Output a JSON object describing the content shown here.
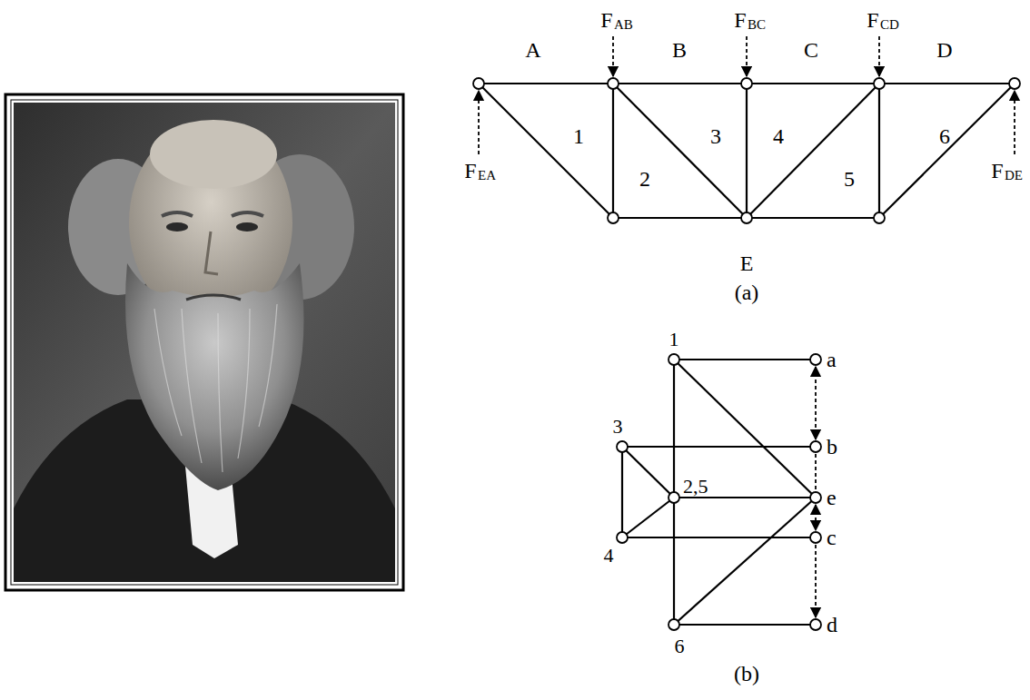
{
  "diagram": {
    "labels": [
      "A",
      "B",
      "C",
      "D",
      "F",
      "AB",
      "F",
      "BC",
      "F",
      "CD",
      "F",
      "EA",
      "F",
      "DE",
      "1",
      "2",
      "3",
      "4",
      "5",
      "6",
      "E",
      "(a)",
      "1",
      "a",
      "3",
      "b",
      "2,5",
      "e",
      "4",
      "c",
      "6",
      "d",
      "(b)"
    ]
  }
}
